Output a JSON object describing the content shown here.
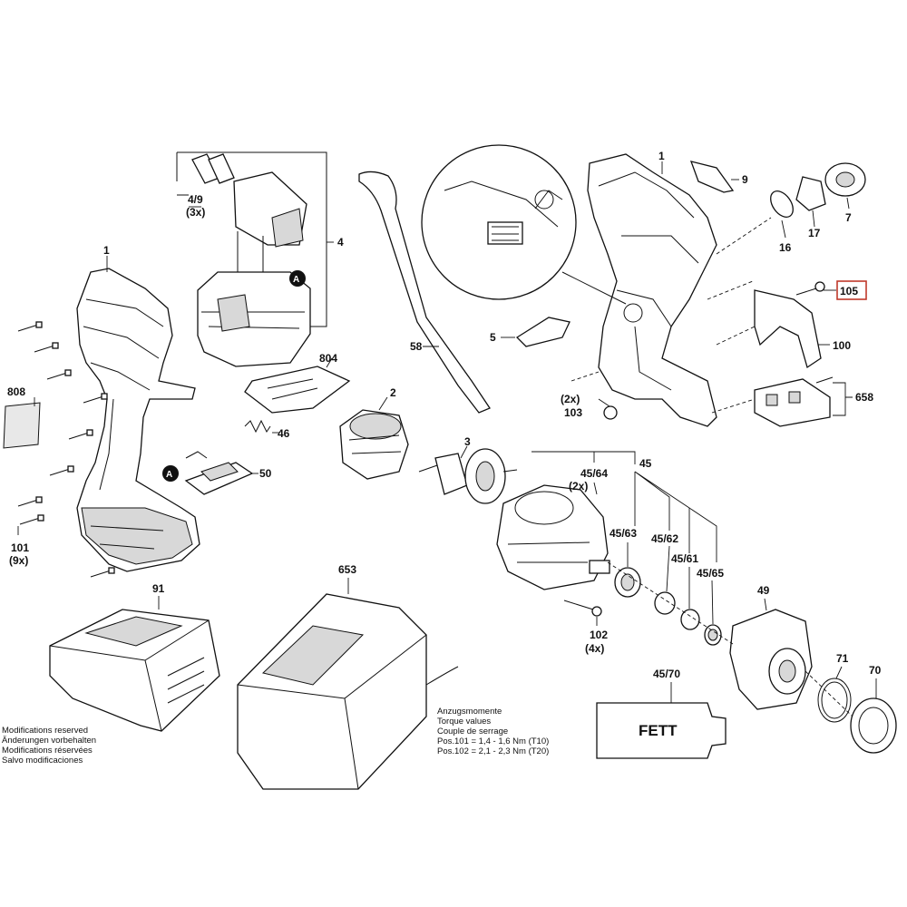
{
  "parts": {
    "p1_left": "1",
    "p1_right": "1",
    "p2": "2",
    "p3": "3",
    "p4": "4",
    "p4_9": "4/9",
    "p4_9_qty": "(3x)",
    "p5": "5",
    "p7": "7",
    "p9": "9",
    "p16": "16",
    "p17": "17",
    "p45": "45",
    "p45_64": "45/64",
    "p45_64_qty": "(2x)",
    "p45_63": "45/63",
    "p45_62": "45/62",
    "p45_61": "45/61",
    "p45_65": "45/65",
    "p45_70": "45/70",
    "p46": "46",
    "p49": "49",
    "p50": "50",
    "p58": "58",
    "p70": "70",
    "p71": "71",
    "p91": "91",
    "p100": "100",
    "p101": "101",
    "p101_qty": "(9x)",
    "p102": "102",
    "p102_qty": "(4x)",
    "p103": "103",
    "p103_qty": "(2x)",
    "p105": "105",
    "p653": "653",
    "p658": "658",
    "p804": "804",
    "p808": "808",
    "marker_a": "A",
    "grease_label": "FETT"
  },
  "modifications": [
    "Modifications reserved",
    "Änderungen vorbehalten",
    "Modifications réservées",
    "Salvo modificaciones"
  ],
  "torque": {
    "title_de": "Anzugsmomente",
    "title_en": "Torque values",
    "title_fr": "Couple de serrage",
    "row1": "Pos.101  =  1,4 - 1,6 Nm (T10)",
    "row2": "Pos.102  =  2,1 - 2,3 Nm (T20)"
  },
  "colors": {
    "highlight_box": "#c0392b",
    "line": "#111111",
    "background": "#ffffff"
  }
}
